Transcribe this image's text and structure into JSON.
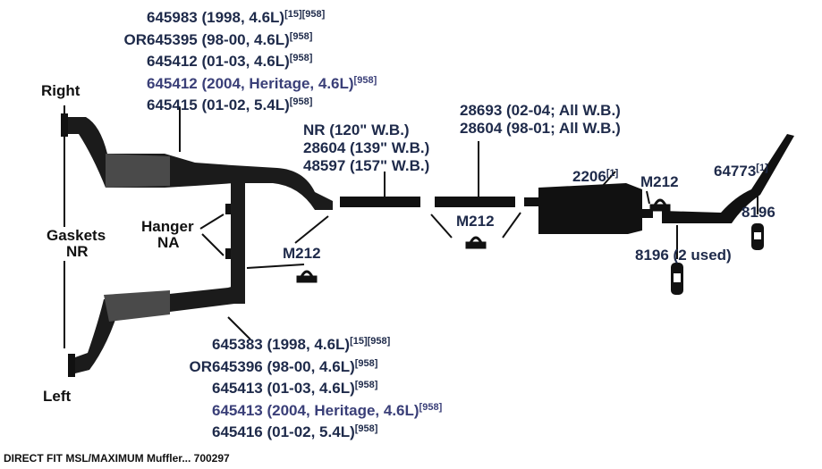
{
  "top_parts": [
    {
      "part": "645983",
      "desc": "(1998, 4.6L)",
      "refs": "[15][958]",
      "prefix": "",
      "color": "#1e2a4a"
    },
    {
      "part": "645395",
      "desc": "(98-00, 4.6L)",
      "refs": "[958]",
      "prefix": "OR",
      "color": "#1e2a4a"
    },
    {
      "part": "645412",
      "desc": "(01-03, 4.6L)",
      "refs": "[958]",
      "prefix": "",
      "color": "#1e2a4a"
    },
    {
      "part": "645412",
      "desc": "(2004, Heritage, 4.6L)",
      "refs": "[958]",
      "prefix": "",
      "color": "#3a3f78"
    },
    {
      "part": "645415",
      "desc": "(01-02, 5.4L)",
      "refs": "[958]",
      "prefix": "",
      "color": "#1e2a4a"
    }
  ],
  "bottom_parts": [
    {
      "part": "645383",
      "desc": "(1998, 4.6L)",
      "refs": "[15][958]",
      "prefix": "",
      "color": "#1e2a4a"
    },
    {
      "part": "645396",
      "desc": "(98-00, 4.6L)",
      "refs": "[958]",
      "prefix": "OR",
      "color": "#1e2a4a"
    },
    {
      "part": "645413",
      "desc": "(01-03, 4.6L)",
      "refs": "[958]",
      "prefix": "",
      "color": "#1e2a4a"
    },
    {
      "part": "645413",
      "desc": "(2004, Heritage, 4.6L)",
      "refs": "[958]",
      "prefix": "",
      "color": "#3a3f78"
    },
    {
      "part": "645416",
      "desc": "(01-02, 5.4L)",
      "refs": "[958]",
      "prefix": "",
      "color": "#1e2a4a"
    }
  ],
  "side_labels": {
    "right": "Right",
    "left": "Left",
    "gaskets": "Gaskets",
    "gaskets_nr": "NR",
    "hanger": "Hanger",
    "hanger_na": "NA"
  },
  "mid_pipe": [
    "NR (120\" W.B.)",
    "28604 (139\" W.B.)",
    "48597 (157\" W.B.)"
  ],
  "tail_pipe": [
    "28693 (02-04; All W.B.)",
    "28604 (98-01; All W.B.)"
  ],
  "clamps": {
    "c1": "M212",
    "c2": "M212",
    "c3": "M212"
  },
  "muffler": {
    "part": "2206",
    "refs": "[1]"
  },
  "tailpipe_end": {
    "part": "64773",
    "refs": "[1]"
  },
  "hangers": {
    "h1": "8196",
    "h2": "8196 (2 used)"
  },
  "footer": "DIRECT FIT MSL/MAXIMUM Muffler... 700297"
}
